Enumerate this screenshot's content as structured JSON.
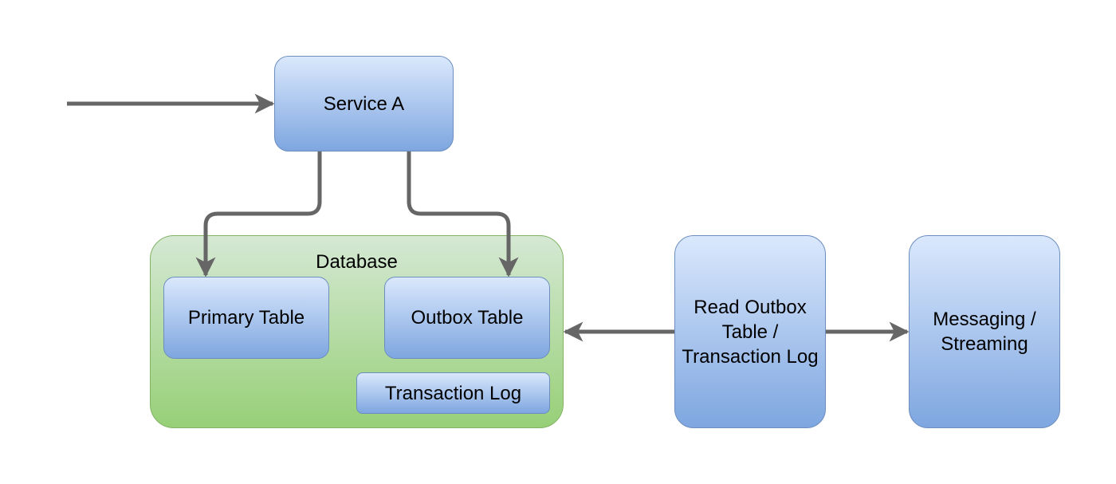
{
  "nodes": {
    "service_a": "Service A",
    "database": "Database",
    "primary_table": "Primary Table",
    "outbox_table": "Outbox Table",
    "transaction_log": "Transaction Log",
    "reader": "Read Outbox\nTable /\nTransaction Log",
    "messaging": "Messaging /\nStreaming"
  },
  "colors": {
    "blue_fill_top": "#dae8fc",
    "blue_fill_bottom": "#7ea6e0",
    "blue_stroke": "#6c8ebf",
    "green_fill_top": "#d5e8d4",
    "green_fill_bottom": "#97d077",
    "green_stroke": "#82b366",
    "connector": "#666666"
  },
  "edges": [
    {
      "from": "external",
      "to": "service_a"
    },
    {
      "from": "service_a",
      "to": "primary_table"
    },
    {
      "from": "service_a",
      "to": "outbox_table"
    },
    {
      "from": "reader",
      "to": "database"
    },
    {
      "from": "reader",
      "to": "messaging"
    }
  ]
}
